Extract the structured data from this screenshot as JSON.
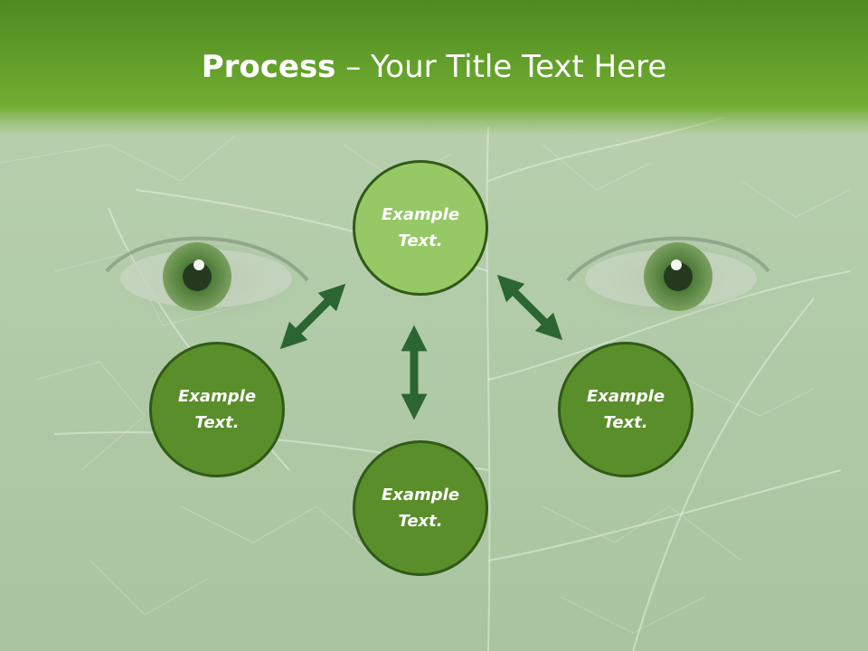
{
  "slide": {
    "title_bold": "Process",
    "title_rest": " – Your Title Text Here"
  },
  "diagram": {
    "nodes": {
      "top": "Example Text.",
      "left": "Example Text.",
      "right": "Example Text.",
      "bottom": "Example Text."
    },
    "colors": {
      "node_dark": "#5a8e2a",
      "node_light": "#96c866",
      "node_border": "#2f5a17",
      "arrow": "#2b6531",
      "header": "#5d9a28"
    }
  }
}
